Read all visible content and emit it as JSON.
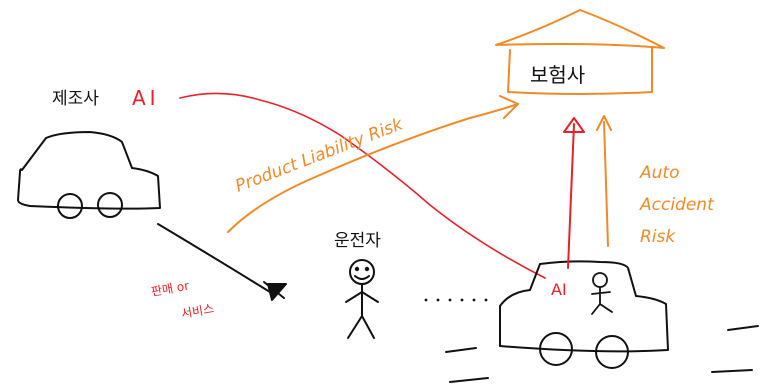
{
  "colors": {
    "ink": "#111111",
    "red": "#e8202a",
    "orange": "#f08a28"
  },
  "labels": {
    "manufacturer": "제조사",
    "ai_left": "AI",
    "insurer": "보험사",
    "product_liability_risk": "Product Liability Risk",
    "driver": "운전자",
    "sales_or_service_line1": "판매 or",
    "sales_or_service_line2": "서비스",
    "ai_car": "AI",
    "auto_accident_risk_line1": "Auto",
    "auto_accident_risk_line2": "Accident",
    "auto_accident_risk_line3": "Risk"
  }
}
